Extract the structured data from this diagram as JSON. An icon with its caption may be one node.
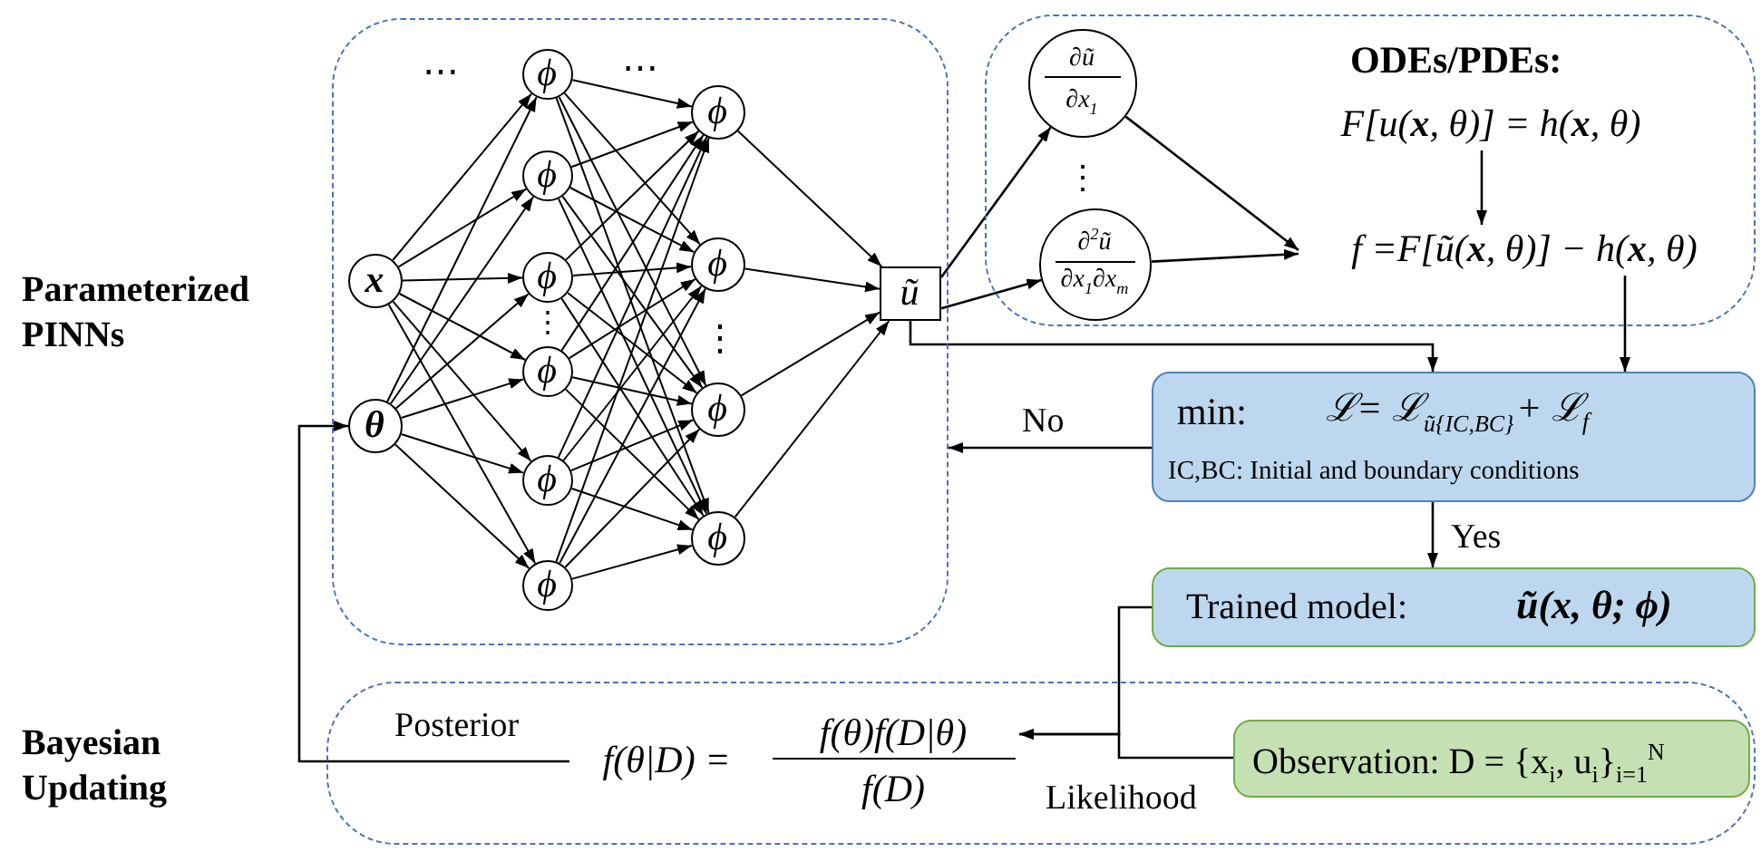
{
  "diagram": {
    "nodes": [
      {
        "text": [],
        "shape": "box"
      },
      {
        "text": [
          "x"
        ],
        "in": 0
      },
      {
        "text": [
          "θ"
        ],
        "in": 0
      },
      {
        "text": [
          "ϕ"
        ],
        "in": 0
      },
      {
        "text": [
          "ϕ"
        ],
        "in": 0
      },
      {
        "text": [
          "ϕ"
        ],
        "in": 0
      },
      {
        "text": [
          "ϕ"
        ],
        "in": 0
      },
      {
        "text": [
          "ϕ"
        ],
        "in": 0
      },
      {
        "text": [
          "ϕ"
        ],
        "in": 0
      },
      {
        "text": [
          "ϕ"
        ],
        "in": 0
      },
      {
        "text": [
          "ϕ"
        ],
        "in": 0
      },
      {
        "text": [
          "ϕ"
        ],
        "in": 0
      },
      {
        "text": [
          "ϕ"
        ],
        "in": 0
      },
      {
        "text": [
          "ũ"
        ],
        "in": 0
      },
      {
        "text": [],
        "shape": "box"
      },
      {
        "text": [
          "∂ũ",
          "∂x$_{1}$"
        ],
        "in": 14
      },
      {
        "text": [
          "∂$^{2}$ũ",
          "∂x$_{1}$∂x$_{m}$"
        ],
        "in": 14
      },
      {
        "text": [
          "F[u(**x**, θ)] = h(**x**, θ)"
        ],
        "in": 14
      },
      {
        "text": [
          "f =F[ũ(**x**, θ)] − h(**x**, θ)"
        ],
        "in": 14
      },
      {
        "text": [
          "min:",
          "ℒ= ℒ",
          "ũ{IC,BC}",
          "+ ℒ$_{f}$",
          "IC,BC: Initial and boundary conditions"
        ]
      },
      {
        "text": [
          "Trained model:",
          "ũ(x, θ; ϕ)"
        ]
      },
      {
        "text": [],
        "shape": "box"
      },
      {
        "text": [
          "f(θ|D) =",
          "f(θ)f(D|θ)",
          "f(D)"
        ],
        "in": 21
      },
      {
        "text": [
          "Observation: D = {x$_{i}$, u$_{i}$}$_{i=1}$$^{N}$"
        ],
        "in": 21
      }
    ],
    "edges": [
      {
        "from": 1,
        "to": 3,
        "arrow": "to"
      },
      {
        "from": 1,
        "to": 4,
        "arrow": "to"
      },
      {
        "from": 1,
        "to": 5,
        "arrow": "to"
      },
      {
        "from": 1,
        "to": 6,
        "arrow": "to"
      },
      {
        "from": 1,
        "to": 7,
        "arrow": "to"
      },
      {
        "from": 1,
        "to": 8,
        "arrow": "to"
      },
      {
        "from": 2,
        "to": 3,
        "arrow": "to"
      },
      {
        "from": 2,
        "to": 4,
        "arrow": "to"
      },
      {
        "from": 2,
        "to": 5,
        "arrow": "to"
      },
      {
        "from": 2,
        "to": 6,
        "arrow": "to"
      },
      {
        "from": 2,
        "to": 7,
        "arrow": "to"
      },
      {
        "from": 2,
        "to": 8,
        "arrow": "to"
      },
      {
        "from": 3,
        "to": 9,
        "arrow": "to"
      },
      {
        "from": 3,
        "to": 10,
        "arrow": "to"
      },
      {
        "from": 3,
        "to": 11,
        "arrow": "to"
      },
      {
        "from": 3,
        "to": 12,
        "arrow": "to"
      },
      {
        "from": 4,
        "to": 9,
        "arrow": "to"
      },
      {
        "from": 4,
        "to": 10,
        "arrow": "to"
      },
      {
        "from": 4,
        "to": 11,
        "arrow": "to"
      },
      {
        "from": 4,
        "to": 12,
        "arrow": "to"
      },
      {
        "from": 5,
        "to": 9,
        "arrow": "to"
      },
      {
        "from": 5,
        "to": 10,
        "arrow": "to"
      },
      {
        "from": 5,
        "to": 11,
        "arrow": "to"
      },
      {
        "from": 5,
        "to": 12,
        "arrow": "to"
      },
      {
        "from": 6,
        "to": 9,
        "arrow": "to"
      },
      {
        "from": 6,
        "to": 10,
        "arrow": "to"
      },
      {
        "from": 6,
        "to": 11,
        "arrow": "to"
      },
      {
        "from": 6,
        "to": 12,
        "arrow": "to"
      },
      {
        "from": 7,
        "to": 9,
        "arrow": "to"
      },
      {
        "from": 7,
        "to": 10,
        "arrow": "to"
      },
      {
        "from": 7,
        "to": 11,
        "arrow": "to"
      },
      {
        "from": 7,
        "to": 12,
        "arrow": "to"
      },
      {
        "from": 8,
        "to": 9,
        "arrow": "to"
      },
      {
        "from": 8,
        "to": 10,
        "arrow": "to"
      },
      {
        "from": 8,
        "to": 11,
        "arrow": "to"
      },
      {
        "from": 8,
        "to": 12,
        "arrow": "to"
      },
      {
        "from": 9,
        "to": 13,
        "arrow": "to"
      },
      {
        "from": 10,
        "to": 13,
        "arrow": "to"
      },
      {
        "from": 11,
        "to": 13,
        "arrow": "to"
      },
      {
        "from": 12,
        "to": 13,
        "arrow": "to"
      },
      {
        "from": 13,
        "to": 15,
        "arrow": "to"
      },
      {
        "from": 13,
        "to": 16,
        "arrow": "to"
      },
      {
        "from": 15,
        "to": 18,
        "arrow": "to"
      },
      {
        "from": 16,
        "to": 18,
        "arrow": "to"
      },
      {
        "from": 17,
        "to": 18,
        "arrow": "to"
      },
      {
        "from": 18,
        "to": 19,
        "arrow": "to"
      },
      {
        "from": 13,
        "to": 19,
        "arrow": "to"
      },
      {
        "from": 19,
        "to": 0,
        "arrow": "to",
        "label": "No"
      },
      {
        "from": 19,
        "to": 20,
        "arrow": "to",
        "label": "Yes"
      },
      {
        "from": 20,
        "to": 22,
        "arrow": "to"
      },
      {
        "from": 23,
        "to": 22,
        "arrow": "to",
        "label": "Likelihood"
      },
      {
        "from": 22,
        "to": 2,
        "arrow": "to",
        "label": "Posterior"
      }
    ],
    "labels": [
      "Parameterized PINNs",
      "⋯",
      "⋯",
      "⋮",
      "⋮",
      "ODEs/PDEs:",
      "⋮",
      "Bayesian Updating"
    ]
  }
}
